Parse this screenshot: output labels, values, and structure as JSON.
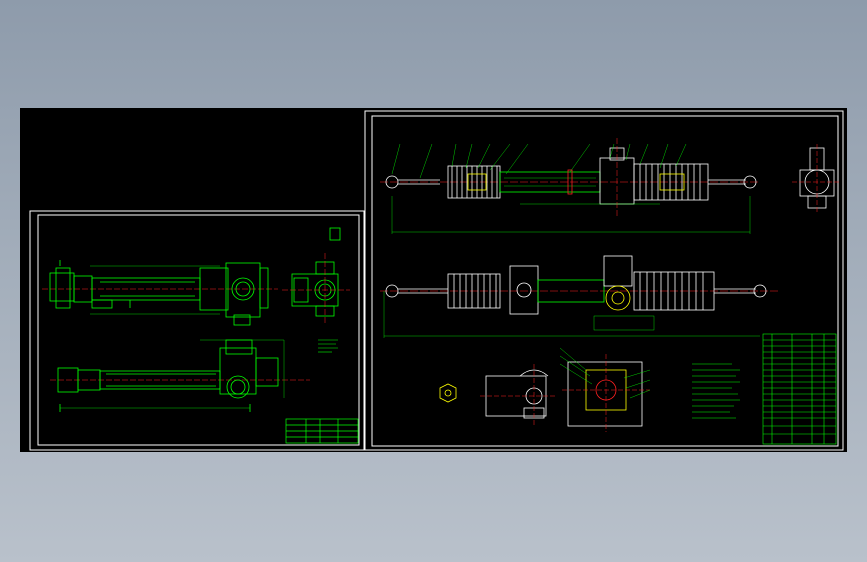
{
  "colors": {
    "background_top": "#8e9bab",
    "background_bottom": "#b9c1cb",
    "canvas": "#000000",
    "frame": "#ffffff",
    "drawing_primary": "#00ff00",
    "drawing_secondary": "#ffffff",
    "centerline": "#ff2020",
    "part_outline": "#ffff00"
  },
  "sheets": [
    {
      "name": "left-sheet",
      "content": "housing-part-drawing"
    },
    {
      "name": "right-sheet",
      "content": "steering-rack-assembly-drawing"
    }
  ]
}
